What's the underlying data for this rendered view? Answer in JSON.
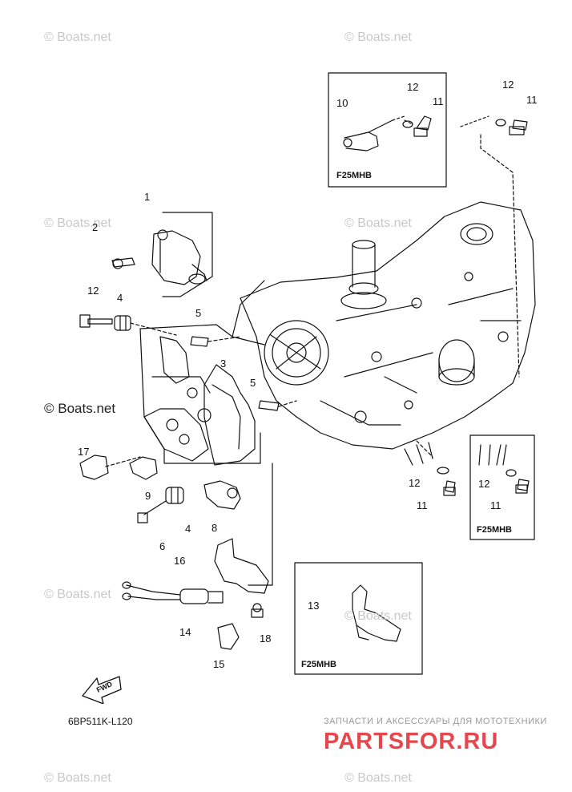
{
  "watermark": "© Boats.net",
  "diagram_code": "6BP511K-L120",
  "fwd_label": "FWD",
  "variant_box_label": "F25MHB",
  "callouts": [
    "1",
    "2",
    "3",
    "4",
    "5",
    "6",
    "8",
    "9",
    "10",
    "11",
    "12",
    "13",
    "14",
    "15",
    "16",
    "17",
    "18"
  ],
  "shop_tagline": "ЗАПЧАСТИ И АКСЕССУАРЫ ДЛЯ МОТОТЕХНИКИ",
  "shop_logo_text": "PARTSFOR.RU",
  "colors": {
    "logo_red": "#e8464d",
    "line": "#111111",
    "watermark": "#c8c8c8"
  }
}
